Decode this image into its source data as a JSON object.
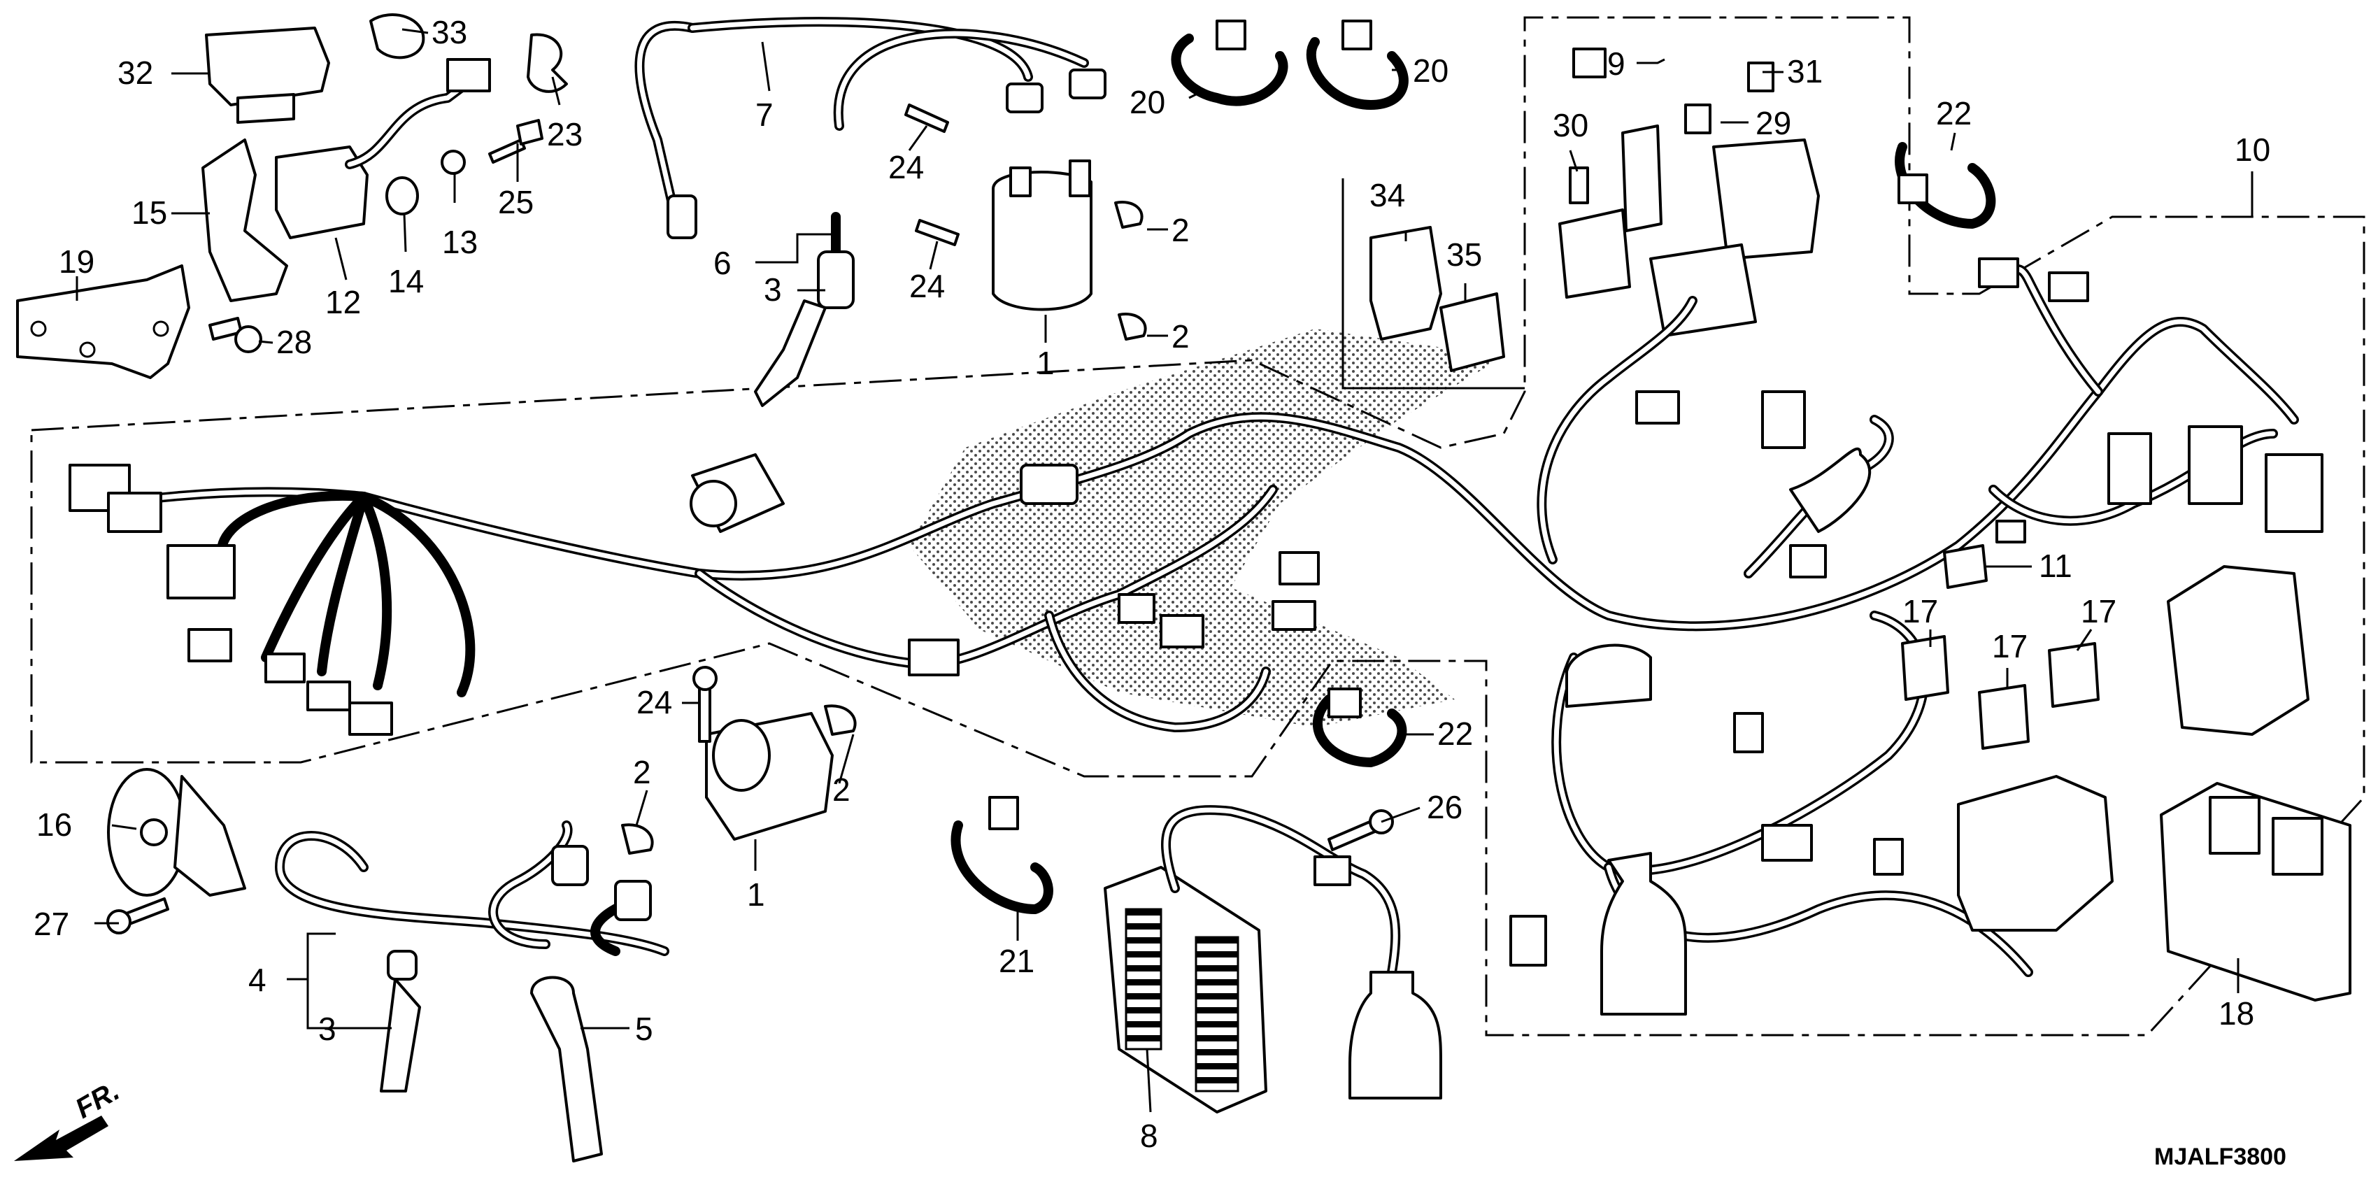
{
  "diagram": {
    "code": "MJALF3800",
    "front_label": "FR.",
    "callouts": [
      {
        "id": "c32",
        "label": "32"
      },
      {
        "id": "c33",
        "label": "33"
      },
      {
        "id": "c23",
        "label": "23"
      },
      {
        "id": "c25",
        "label": "25"
      },
      {
        "id": "c13",
        "label": "13"
      },
      {
        "id": "c14",
        "label": "14"
      },
      {
        "id": "c12",
        "label": "12"
      },
      {
        "id": "c15",
        "label": "15"
      },
      {
        "id": "c19",
        "label": "19"
      },
      {
        "id": "c28",
        "label": "28"
      },
      {
        "id": "c7",
        "label": "7"
      },
      {
        "id": "c6",
        "label": "6"
      },
      {
        "id": "c3a",
        "label": "3"
      },
      {
        "id": "c24a",
        "label": "24"
      },
      {
        "id": "c24b",
        "label": "24"
      },
      {
        "id": "c2a",
        "label": "2"
      },
      {
        "id": "c2b",
        "label": "2"
      },
      {
        "id": "c1a",
        "label": "1"
      },
      {
        "id": "c20a",
        "label": "20"
      },
      {
        "id": "c20b",
        "label": "20"
      },
      {
        "id": "c34",
        "label": "34"
      },
      {
        "id": "c35",
        "label": "35"
      },
      {
        "id": "c9",
        "label": "9"
      },
      {
        "id": "c31",
        "label": "31"
      },
      {
        "id": "c30",
        "label": "30"
      },
      {
        "id": "c29",
        "label": "29"
      },
      {
        "id": "c22a",
        "label": "22"
      },
      {
        "id": "c10",
        "label": "10"
      },
      {
        "id": "c11",
        "label": "11"
      },
      {
        "id": "c17a",
        "label": "17"
      },
      {
        "id": "c17b",
        "label": "17"
      },
      {
        "id": "c17c",
        "label": "17"
      },
      {
        "id": "c24c",
        "label": "24"
      },
      {
        "id": "c2c",
        "label": "2"
      },
      {
        "id": "c2d",
        "label": "2"
      },
      {
        "id": "c1b",
        "label": "1"
      },
      {
        "id": "c22b",
        "label": "22"
      },
      {
        "id": "c16",
        "label": "16"
      },
      {
        "id": "c27",
        "label": "27"
      },
      {
        "id": "c4",
        "label": "4"
      },
      {
        "id": "c3b",
        "label": "3"
      },
      {
        "id": "c5",
        "label": "5"
      },
      {
        "id": "c21",
        "label": "21"
      },
      {
        "id": "c26",
        "label": "26"
      },
      {
        "id": "c8",
        "label": "8"
      },
      {
        "id": "c18",
        "label": "18"
      }
    ]
  }
}
